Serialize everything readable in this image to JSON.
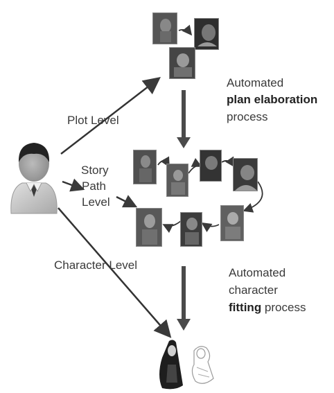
{
  "labels": {
    "plot_level": "Plot Level",
    "story_path_level_1": "Story",
    "story_path_level_2": "Path",
    "story_path_level_3": "Level",
    "character_level": "Character Level",
    "plan_elaboration_1": "Automated",
    "plan_elaboration_2": "plan elaboration",
    "plan_elaboration_3": "process",
    "character_fitting_1": "Automated",
    "character_fitting_2": "character",
    "character_fitting_3": "fitting",
    "character_fitting_4": " process"
  },
  "icons": {
    "user": "user-avatar-icon",
    "character_figures": "character-figures-icon"
  },
  "colors": {
    "arrow": "#4a4a4a",
    "thumbnail_dark": "#3c3c3c",
    "user_head": "#2a2a2a",
    "user_shirt": "#c8c8c8"
  }
}
